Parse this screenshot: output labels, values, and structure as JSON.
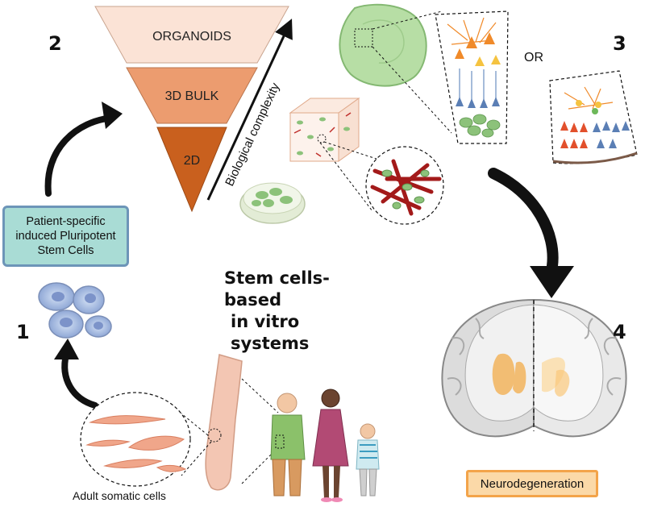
{
  "title_lines": [
    "Stem cells-based",
    "in vitro systems"
  ],
  "steps": {
    "one": "1",
    "two": "2",
    "three": "3",
    "four": "4"
  },
  "pyramid": {
    "levels": [
      "ORGANOIDS",
      "3D BULK",
      "2D"
    ],
    "axis_label": "Biological complexity"
  },
  "ipsc_lines": [
    "Patient-specific",
    "induced Pluripotent",
    "Stem Cells"
  ],
  "or_label": "OR",
  "neuro_label": "Neurodegeneration",
  "adult_label": "Adult somatic cells",
  "icons": [
    "curved-arrow-icon",
    "stem-cell-icon",
    "petri-dish-icon",
    "organoid-icon",
    "brain-icon",
    "person-icon",
    "arm-icon",
    "fibroblast-icon"
  ],
  "colors": {
    "organoids": "#fbe3d6",
    "bulk3d": "#ec9c6f",
    "twoD": "#c9601e",
    "ipsc_fill": "#a9dcd5",
    "ipsc_border": "#6d95b8",
    "neuro_fill": "#fbd9a8",
    "neuro_border": "#f3a44a"
  }
}
